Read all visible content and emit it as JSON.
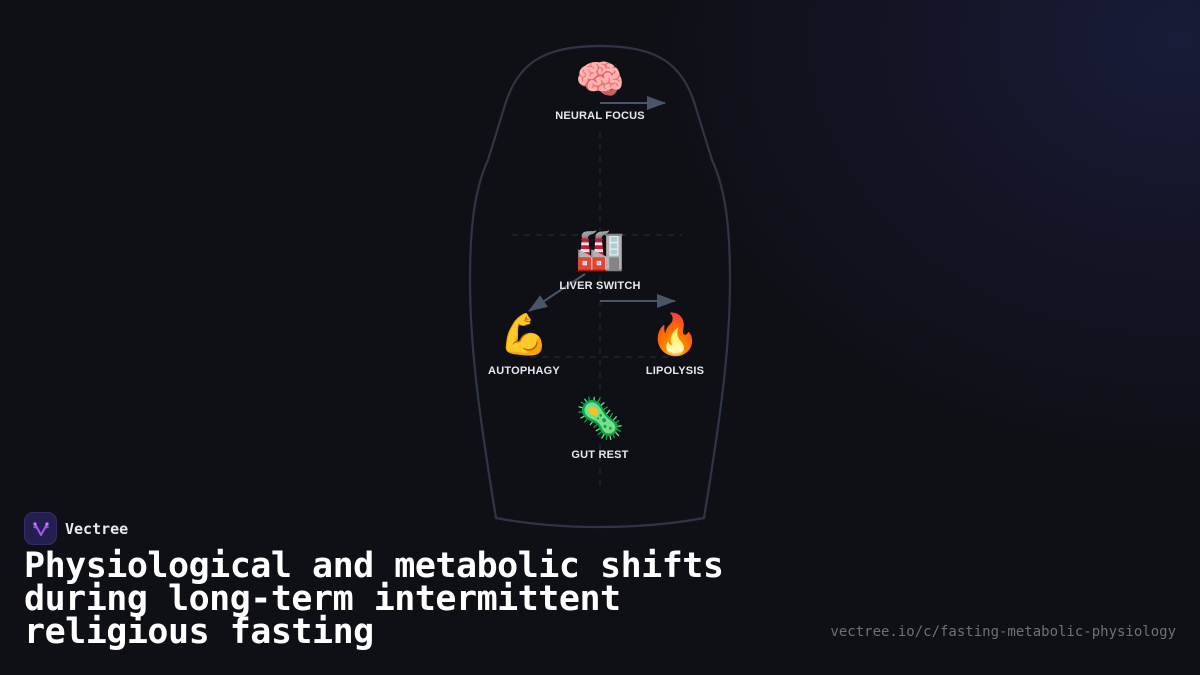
{
  "diagram": {
    "nodes": [
      {
        "id": "neural-focus",
        "label": "NEURAL FOCUS",
        "icon": "brain-icon",
        "glyph": "🧠"
      },
      {
        "id": "liver-switch",
        "label": "LIVER SWITCH",
        "icon": "factory-icon",
        "glyph": "🏭"
      },
      {
        "id": "autophagy",
        "label": "AUTOPHAGY",
        "icon": "flexed-bicep-icon",
        "glyph": "💪"
      },
      {
        "id": "lipolysis",
        "label": "LIPOLYSIS",
        "icon": "fire-icon",
        "glyph": "🔥"
      },
      {
        "id": "gut-rest",
        "label": "GUT REST",
        "icon": "microbe-icon",
        "glyph": "🦠"
      }
    ],
    "edges": [
      {
        "from": "neural-focus",
        "direction": "right"
      },
      {
        "from": "liver-switch",
        "to": "autophagy"
      },
      {
        "from": "liver-switch",
        "to": "lipolysis"
      }
    ],
    "colors": {
      "outline": "#2e3646",
      "arrow": "#4a5568",
      "guide": "#1f2530",
      "label": "#e6e8ee"
    }
  },
  "brand": {
    "name": "Vectree",
    "logo_icon": "vectree-logo-icon",
    "logo_color": "#a855f7"
  },
  "title": {
    "lines": [
      "Physiological and metabolic shifts",
      "during long-term intermittent",
      "religious fasting"
    ]
  },
  "footer": {
    "url": "vectree.io/c/fasting-metabolic-physiology"
  }
}
